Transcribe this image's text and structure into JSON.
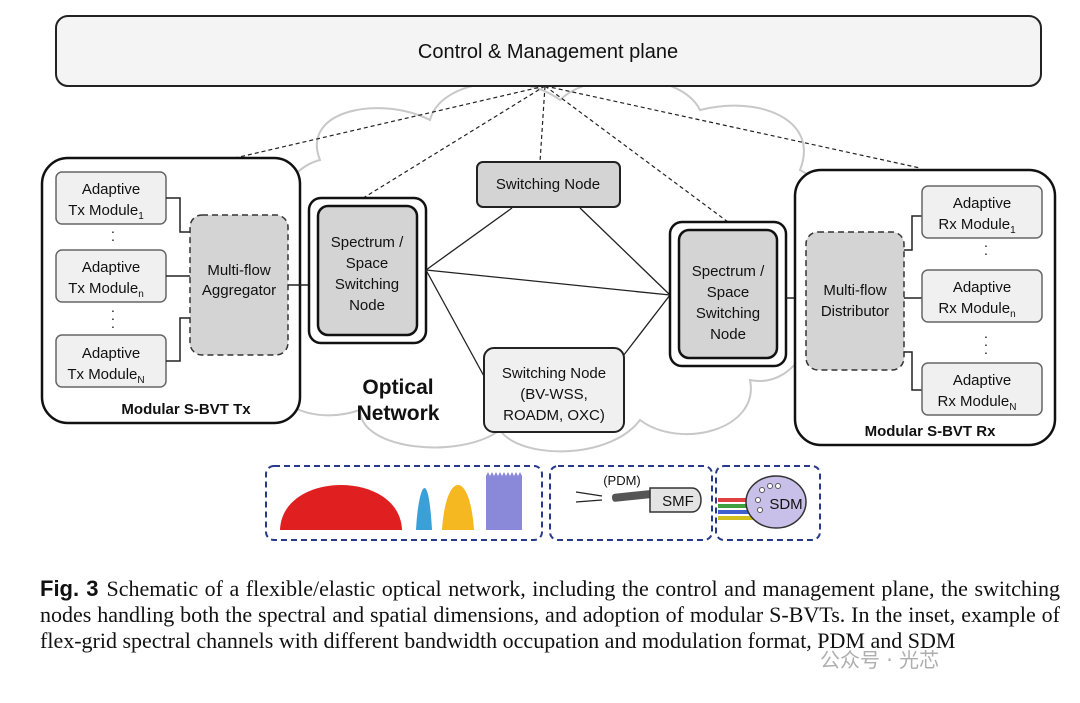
{
  "control_plane": "Control & Management plane",
  "tx": {
    "title": "Modular S-BVT Tx",
    "modules": [
      {
        "line1": "Adaptive",
        "line2": "Tx Module",
        "sub": "1"
      },
      {
        "line1": "Adaptive",
        "line2": "Tx Module",
        "sub": "n"
      },
      {
        "line1": "Adaptive",
        "line2": "Tx Module",
        "sub": "N"
      }
    ],
    "aggregator": [
      "Multi-flow",
      "Aggregator"
    ]
  },
  "rx": {
    "title": "Modular S-BVT Rx",
    "modules": [
      {
        "line1": "Adaptive",
        "line2": "Rx Module",
        "sub": "1"
      },
      {
        "line1": "Adaptive",
        "line2": "Rx Module",
        "sub": "n"
      },
      {
        "line1": "Adaptive",
        "line2": "Rx Module",
        "sub": "N"
      }
    ],
    "distributor": [
      "Multi-flow",
      "Distributor"
    ]
  },
  "ellipsis": ".",
  "spectrum_node": [
    "Spectrum /",
    "Space",
    "Switching",
    "Node"
  ],
  "switching_node_top": "Switching Node",
  "switching_node_bottom": [
    "Switching Node",
    "(BV-WSS,",
    "ROADM, OXC)"
  ],
  "optical_network": [
    "Optical",
    "Network"
  ],
  "inset": {
    "pdm": "(PDM)",
    "smf": "SMF",
    "sdm": "SDM",
    "spectral_colors": [
      "#e02020",
      "#3aa0d8",
      "#f5b820",
      "#8a88d8"
    ]
  },
  "caption": {
    "fig": "Fig. 3",
    "text": "Schematic of a flexible/elastic optical network, including the control and management plane, the switching nodes handling both the spectral and spatial dimensions, and adoption of modular S-BVTs. In the inset, example of flex-grid spectral channels with different bandwidth occupation and modulation format, PDM and SDM"
  },
  "watermark": "公众号 · 光芯"
}
